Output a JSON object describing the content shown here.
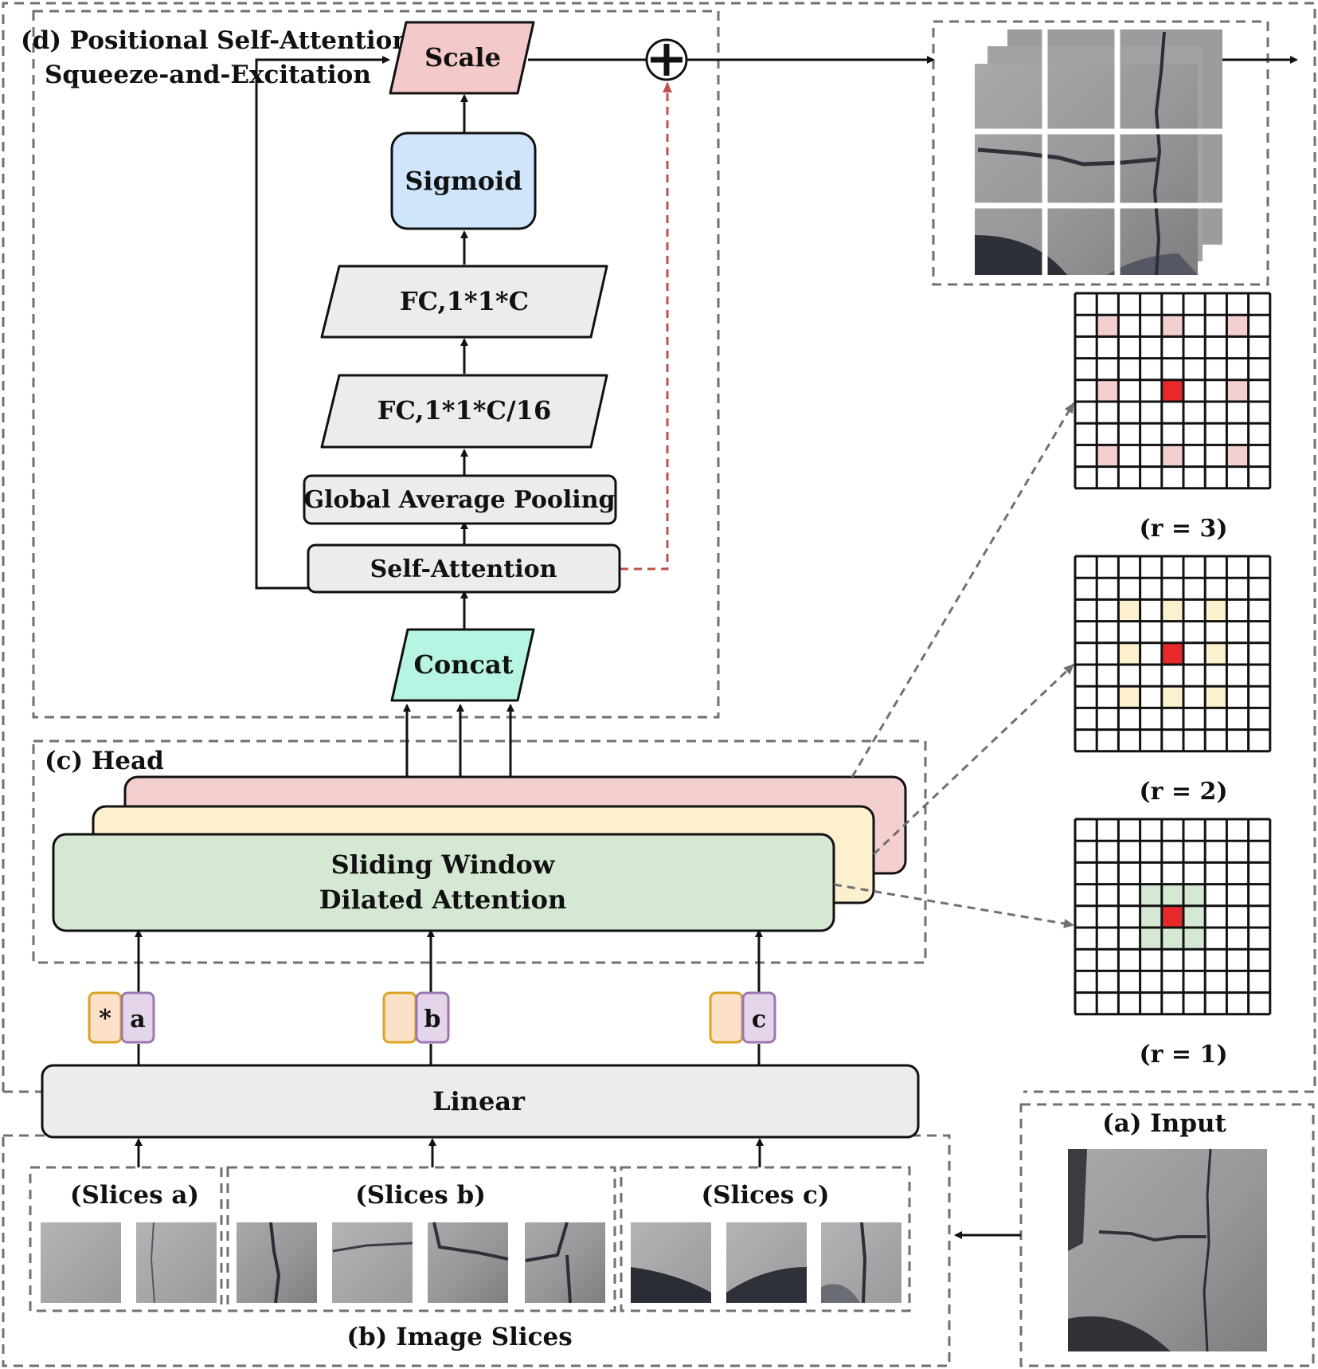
{
  "sections": {
    "d_title_1": "(d) Positional Self-Attention",
    "d_title_2": "Squeeze-and-Excitation",
    "c_title": "(c) Head",
    "b_title": "(b) Image Slices",
    "a_title": "(a) Input"
  },
  "blocks": {
    "scale": "Scale",
    "sigmoid": "Sigmoid",
    "fc_c": "FC,1*1*C",
    "fc_c16": "FC,1*1*C/16",
    "gap": "Global Average Pooling",
    "self_attention": "Self-Attention",
    "concat": "Concat",
    "sliding_1": "Sliding Window",
    "sliding_2": "Dilated Attention",
    "linear": "Linear"
  },
  "tokens": {
    "a_extra": "*",
    "a": "a",
    "b": "b",
    "c": "c"
  },
  "grids": {
    "r3": "(r = 3)",
    "r2": "(r = 2)",
    "r1": "(r = 1)"
  },
  "slices": {
    "a": "(Slices a)",
    "b": "(Slices b)",
    "c": "(Slices c)"
  },
  "colors": {
    "scale": "#f4c9ca",
    "sigmoid": "#cfe5fb",
    "gray_block": "#ececec",
    "concat": "#b6f5e3",
    "head_pink": "#f4cfd0",
    "head_yellow": "#fdf0cf",
    "head_green": "#d5e8d4",
    "token_orange_fill": "#fde0c8",
    "token_orange_stroke": "#d9a520",
    "token_purple_fill": "#e5d5ea",
    "token_purple_stroke": "#9a77b0",
    "grid_red": "#e8292a",
    "grid_pink": "#f4cfd0",
    "grid_yellow": "#fdf0cf",
    "grid_green": "#d5e8d4",
    "residual_arrow": "#c0504d"
  }
}
